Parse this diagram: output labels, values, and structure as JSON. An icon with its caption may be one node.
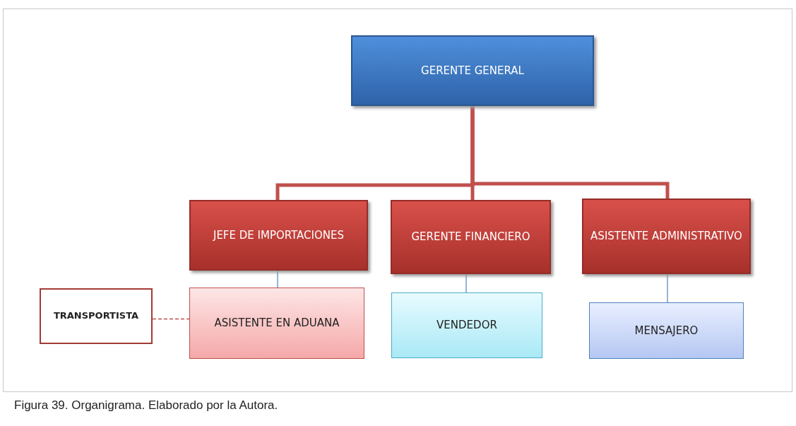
{
  "diagram": {
    "caption": "Figura 39. Organigrama. Elaborado por la Autora.",
    "nodes": [
      {
        "text": [
          "GERENTE GENERAL"
        ]
      },
      {
        "text": [
          "JEFE DE IMPORTACIONES"
        ]
      },
      {
        "text": [
          "GERENTE FINANCIERO"
        ]
      },
      {
        "text": [
          "ASISTENTE ADMINISTRATIVO"
        ]
      },
      {
        "text": [
          "TRANSPORTISTA"
        ]
      },
      {
        "text": [
          "ASISTENTE EN ADUANA"
        ]
      },
      {
        "text": [
          "VENDEDOR"
        ]
      },
      {
        "text": [
          "MENSAJERO"
        ]
      }
    ],
    "edges": [
      {
        "from": 0,
        "to": 1,
        "arrow": "none",
        "style": "thick",
        "color": "#c0504d"
      },
      {
        "from": 0,
        "to": 2,
        "arrow": "none",
        "style": "thick",
        "color": "#c0504d"
      },
      {
        "from": 0,
        "to": 3,
        "arrow": "none",
        "style": "thick",
        "color": "#c0504d"
      },
      {
        "from": 1,
        "to": 5,
        "arrow": "none",
        "color": "#4f81bd"
      },
      {
        "from": 2,
        "to": 6,
        "arrow": "none",
        "color": "#4f81bd"
      },
      {
        "from": 3,
        "to": 7,
        "arrow": "none",
        "color": "#4f81bd"
      },
      {
        "from": 4,
        "to": 5,
        "arrow": "none",
        "style": "dashed",
        "color": "#c0504d"
      }
    ]
  }
}
